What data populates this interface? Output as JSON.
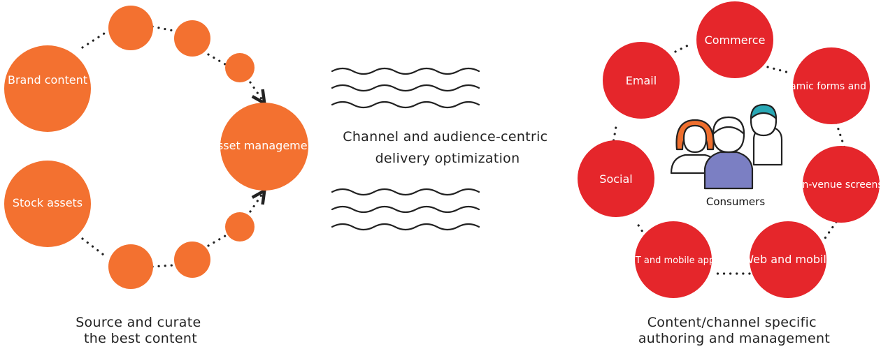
{
  "colors": {
    "orange": "#f37130",
    "red": "#e5262b",
    "text": "#222222",
    "dots": "#222222",
    "person_hair_orange": "#ef6f2e",
    "person_hair_teal": "#29a8b5",
    "person_body_purple": "#7b7fc3"
  },
  "left": {
    "nodes": [
      "Brand content",
      "Stock assets",
      "Asset management"
    ],
    "caption_lines": [
      "Source and curate",
      "the best content"
    ]
  },
  "middle": {
    "caption_lines": [
      "Channel and audience-centric",
      "delivery optimization"
    ]
  },
  "right": {
    "channels": [
      "Commerce",
      "Dynamic forms and docs",
      "In-venue screens",
      "Web and mobile",
      "IoT and mobile apps",
      "Social",
      "Email"
    ],
    "center_label": "Consumers",
    "caption_lines": [
      "Content/channel specific",
      "authoring and management"
    ]
  },
  "icons": [
    "arrow-icon",
    "wave-icon",
    "consumers-icon"
  ]
}
